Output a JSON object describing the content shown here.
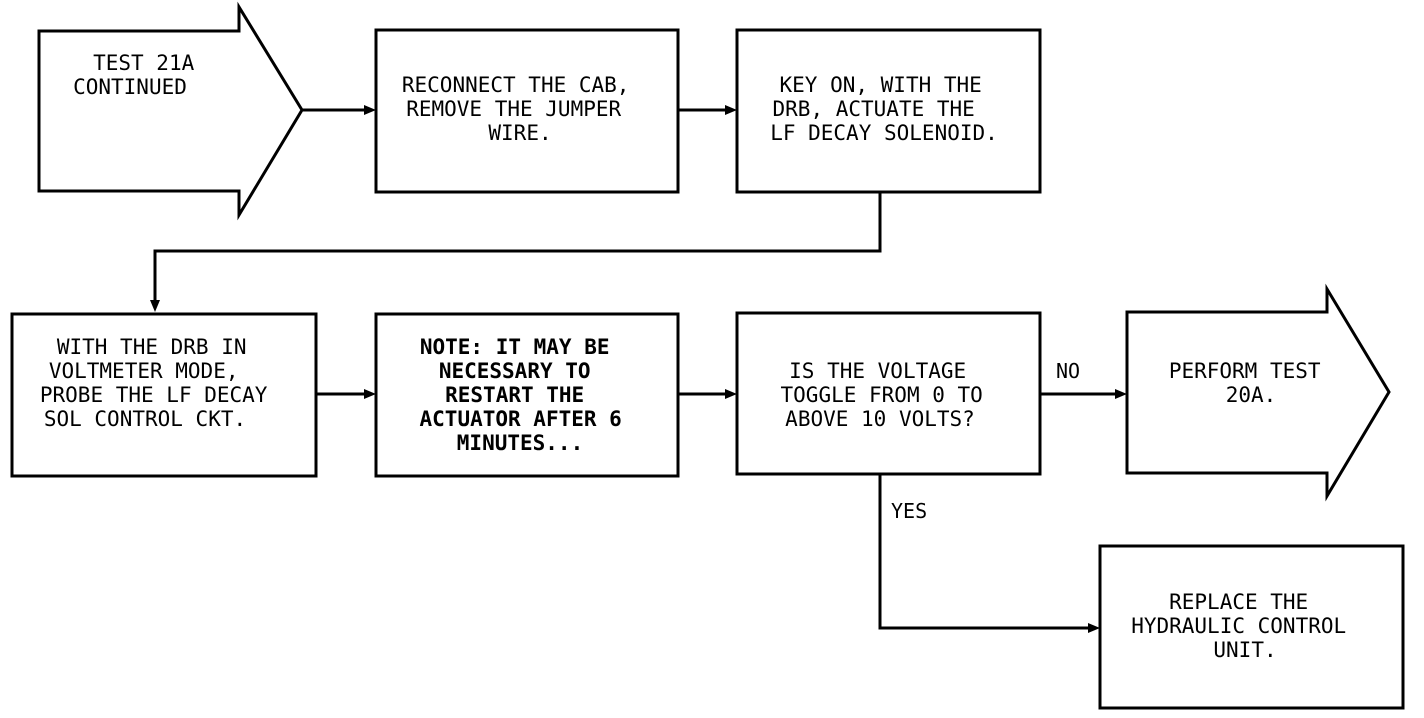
{
  "nodes": {
    "start": {
      "lines": [
        "TEST 21A",
        "CONTINUED"
      ]
    },
    "reconnect": {
      "lines": [
        "RECONNECT THE CAB,",
        "REMOVE THE JUMPER",
        "WIRE."
      ]
    },
    "key_on": {
      "lines": [
        "KEY ON, WITH THE",
        "DRB, ACTUATE THE",
        "LF DECAY SOLENOID."
      ]
    },
    "voltmeter": {
      "lines": [
        "WITH THE DRB IN",
        "VOLTMETER MODE,",
        "PROBE THE LF DECAY",
        "SOL CONTROL CKT."
      ]
    },
    "note": {
      "lines": [
        "NOTE: IT MAY BE",
        "NECESSARY TO",
        "RESTART THE",
        "ACTUATOR AFTER 6",
        "MINUTES..."
      ]
    },
    "question": {
      "lines": [
        "IS THE VOLTAGE",
        "TOGGLE FROM 0 TO",
        "ABOVE 10 VOLTS?"
      ]
    },
    "perform": {
      "lines": [
        "PERFORM TEST",
        "20A."
      ]
    },
    "replace": {
      "lines": [
        "REPLACE THE",
        "HYDRAULIC CONTROL",
        "UNIT."
      ]
    }
  },
  "edge_labels": {
    "no": "NO",
    "yes": "YES"
  },
  "colors": {
    "line": "#000000",
    "background": "#ffffff"
  }
}
